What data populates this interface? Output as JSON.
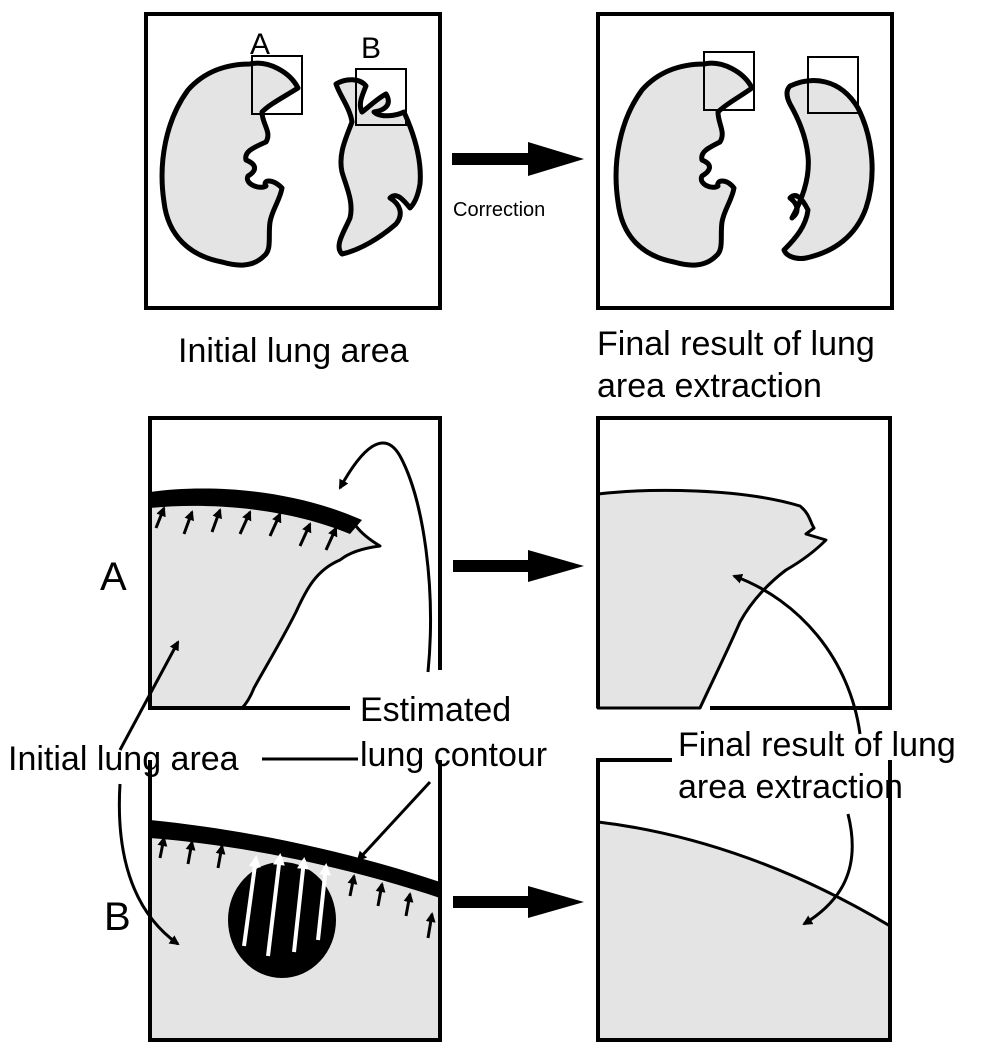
{
  "labels": {
    "roi_a": "A",
    "roi_b": "B",
    "correction": "Correction",
    "initial_caption": "Initial lung area",
    "final_caption_line1": "Final result of lung",
    "final_caption_line2": "area extraction",
    "row_a": "A",
    "row_b": "B",
    "initial_lung_area": "Initial lung area",
    "estimated_line1": "Estimated",
    "estimated_line2": "lung contour",
    "final_line1": "Final result of lung",
    "final_line2": "area extraction"
  },
  "colors": {
    "lung_fill": "#e4e4e4",
    "outline": "#000000",
    "background": "#ffffff"
  }
}
